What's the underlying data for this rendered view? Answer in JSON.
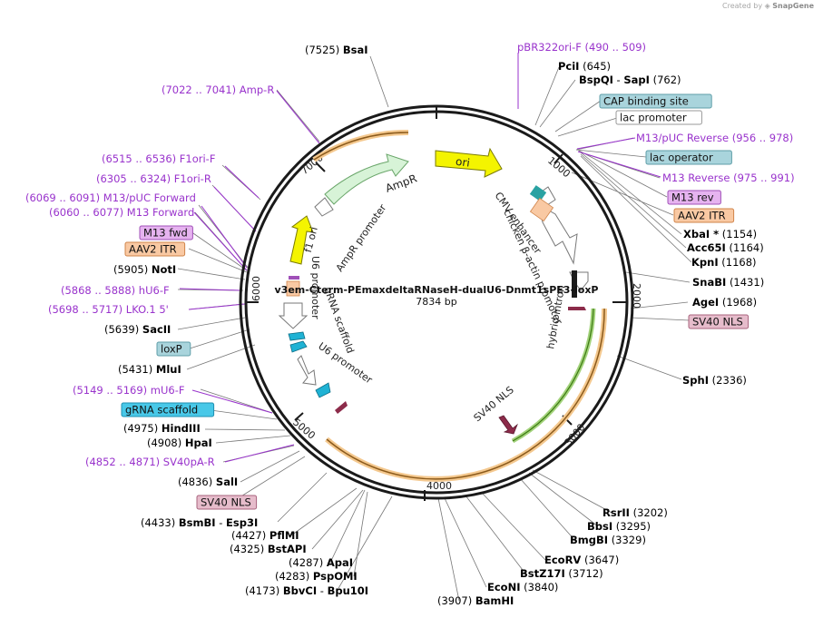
{
  "credit": {
    "prefix": "Created by",
    "brand": "SnapGene"
  },
  "plasmid": {
    "name": "v3em-Cterm-PEmaxdeltaRNaseH-dualU6-Dnmt1sPE3-loxP",
    "size": "7834 bp"
  },
  "ticks": [
    "1000",
    "2000",
    "3000",
    "4000",
    "5000",
    "6000",
    "7000"
  ],
  "features": [
    "ori",
    "AmpR",
    "AmpR promoter",
    "f1 ori",
    "U6 promoter",
    "gRNA scaffold",
    "U6 promoter",
    "CMV enhancer",
    "chicken β-actin promoter",
    "hybrid intron",
    "SV40 NLS"
  ],
  "site_labels": [
    {
      "name": "BsaI",
      "pos": "(7525)",
      "color": "#000000",
      "side": "L"
    },
    {
      "name": "Amp-R",
      "pos": "(7022 .. 7041)",
      "color": "#9933cc",
      "side": "L"
    },
    {
      "name": "F1ori-F",
      "pos": "(6515 .. 6536)",
      "color": "#9933cc",
      "side": "L"
    },
    {
      "name": "F1ori-R",
      "pos": "(6305 .. 6324)",
      "color": "#9933cc",
      "side": "L"
    },
    {
      "name": "M13/pUC Forward",
      "pos": "(6069 .. 6091)",
      "color": "#9933cc",
      "side": "L"
    },
    {
      "name": "M13 Forward",
      "pos": "(6060 .. 6077)",
      "color": "#9933cc",
      "side": "L"
    },
    {
      "name": "NotI",
      "pos": "(5905)",
      "color": "#000000",
      "side": "L"
    },
    {
      "name": "hU6-F",
      "pos": "(5868 .. 5888)",
      "color": "#9933cc",
      "side": "L"
    },
    {
      "name": "LKO.1 5'",
      "pos": "(5698 .. 5717)",
      "color": "#9933cc",
      "side": "L"
    },
    {
      "name": "SacII",
      "pos": "(5639)",
      "color": "#000000",
      "side": "L"
    },
    {
      "name": "MluI",
      "pos": "(5431)",
      "color": "#000000",
      "side": "L"
    },
    {
      "name": "mU6-F",
      "pos": "(5149 .. 5169)",
      "color": "#9933cc",
      "side": "L"
    },
    {
      "name": "HindIII",
      "pos": "(4975)",
      "color": "#000000",
      "side": "L"
    },
    {
      "name": "HpaI",
      "pos": "(4908)",
      "color": "#000000",
      "side": "L"
    },
    {
      "name": "SV40pA-R",
      "pos": "(4852 .. 4871)",
      "color": "#9933cc",
      "side": "L"
    },
    {
      "name": "SalI",
      "pos": "(4836)",
      "color": "#000000",
      "side": "L"
    },
    {
      "name": "PflMI",
      "pos": "(4427)",
      "color": "#000000",
      "side": "L"
    },
    {
      "name": "BstAPI",
      "pos": "(4325)",
      "color": "#000000",
      "side": "L"
    },
    {
      "name": "ApaI",
      "pos": "(4287)",
      "color": "#000000",
      "side": "L"
    },
    {
      "name": "PspOMI",
      "pos": "(4283)",
      "color": "#000000",
      "side": "L"
    },
    {
      "name": "pBR322ori-F",
      "pos": "(490 .. 509)",
      "color": "#9933cc",
      "side": "R"
    },
    {
      "name": "PciI",
      "pos": "(645)",
      "color": "#000000",
      "side": "R"
    },
    {
      "name": "M13/pUC Reverse",
      "pos": "(956 .. 978)",
      "color": "#9933cc",
      "side": "R"
    },
    {
      "name": "M13 Reverse",
      "pos": "(975 .. 991)",
      "color": "#9933cc",
      "side": "R"
    },
    {
      "name": "Acc65I",
      "pos": "(1164)",
      "color": "#000000",
      "side": "R"
    },
    {
      "name": "KpnI",
      "pos": "(1168)",
      "color": "#000000",
      "side": "R"
    },
    {
      "name": "SnaBI",
      "pos": "(1431)",
      "color": "#000000",
      "side": "R"
    },
    {
      "name": "AgeI",
      "pos": "(1968)",
      "color": "#000000",
      "side": "R"
    },
    {
      "name": "SphI",
      "pos": "(2336)",
      "color": "#000000",
      "side": "R"
    },
    {
      "name": "RsrII",
      "pos": "(3202)",
      "color": "#000000",
      "side": "R"
    },
    {
      "name": "BbsI",
      "pos": "(3295)",
      "color": "#000000",
      "side": "R"
    },
    {
      "name": "BmgBI",
      "pos": "(3329)",
      "color": "#000000",
      "side": "R"
    },
    {
      "name": "EcoRV",
      "pos": "(3647)",
      "color": "#000000",
      "side": "R"
    },
    {
      "name": "BstZ17I",
      "pos": "(3712)",
      "color": "#000000",
      "side": "R"
    },
    {
      "name": "EcoNI",
      "pos": "(3840)",
      "color": "#000000",
      "side": "R"
    },
    {
      "name": "BamHI",
      "pos": "(3907)",
      "color": "#000000",
      "side": "R"
    }
  ],
  "pair_labels": [
    {
      "a": "BspQI",
      "b": "SapI",
      "pos": "(762)"
    },
    {
      "a": "BsmBI",
      "b": "Esp3I",
      "pos": "(4433)"
    },
    {
      "a": "BbvCI",
      "b": "Bpu10I",
      "pos": "(4173)"
    }
  ],
  "xbai": {
    "name": "XbaI *",
    "pos": "(1154)"
  },
  "boxes": [
    {
      "text": "CAP binding site",
      "fill": "#a9d4dc",
      "stroke": "#5f9ea8"
    },
    {
      "text": "lac promoter",
      "fill": "#ffffff",
      "stroke": "#999999"
    },
    {
      "text": "lac operator",
      "fill": "#a9d4dc",
      "stroke": "#5f9ea8"
    },
    {
      "text": "M13 rev",
      "fill": "#e6b3f0",
      "stroke": "#a050b8"
    },
    {
      "text": "AAV2 ITR",
      "fill": "#f9c9a3",
      "stroke": "#d0844a"
    },
    {
      "text": "SV40 NLS",
      "fill": "#e6bccb",
      "stroke": "#a8647e"
    },
    {
      "text": "M13 fwd",
      "fill": "#e6b3f0",
      "stroke": "#a050b8"
    },
    {
      "text": "AAV2 ITR",
      "fill": "#f9c9a3",
      "stroke": "#d0844a"
    },
    {
      "text": "loxP",
      "fill": "#a9d4dc",
      "stroke": "#5f9ea8"
    },
    {
      "text": "gRNA scaffold",
      "fill": "#48c8e8",
      "stroke": "#1f8fb0"
    },
    {
      "text": "SV40 NLS",
      "fill": "#e6bccb",
      "stroke": "#a8647e"
    }
  ],
  "colors": {
    "backbone": "#1a1a1a",
    "primer": "#9933cc",
    "site": "#000000",
    "leader": "#777777"
  }
}
